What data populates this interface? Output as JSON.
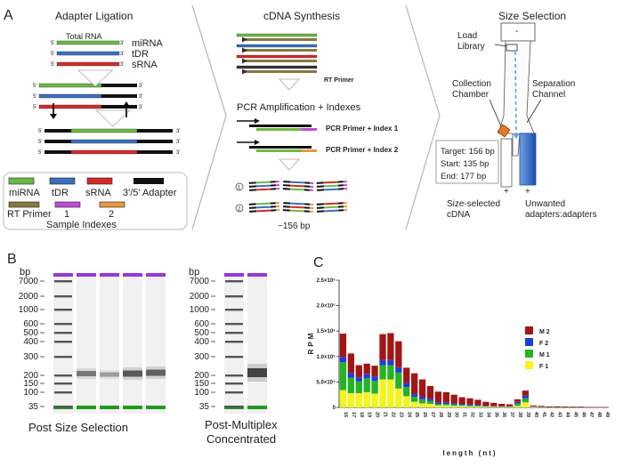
{
  "panel_a": {
    "letter": "A",
    "ligation": {
      "title": "Adapter Ligation",
      "total_rna": "Total RNA",
      "end5": "5'",
      "end3": "3'",
      "rna_labels": [
        "miRNA",
        "tDR",
        "sRNA"
      ]
    },
    "cdna": {
      "title": "cDNA Synthesis",
      "rt_primer": "RT Primer",
      "pcr_title": "PCR Amplification + Indexes",
      "pcr_primer_1": "PCR Primer + Index 1",
      "pcr_primer_2": "PCR Primer + Index 2",
      "pool_1": "1",
      "pool_2": "2",
      "size": "~156 bp"
    },
    "legend": {
      "mirna": "miRNA",
      "tdr": "tDR",
      "srna": "sRNA",
      "adapter": "3'/5' Adapter",
      "rt": "RT Primer",
      "idx1": "1",
      "idx2": "2",
      "sample_indexes": "Sample Indexes"
    },
    "size_selection": {
      "title": "Size Selection",
      "minus": "-",
      "plus_left": "+",
      "plus_right": "+",
      "load": [
        "Load",
        "Library"
      ],
      "collection": [
        "Collection",
        "Chamber"
      ],
      "separation": [
        "Separation",
        "Channel"
      ],
      "target": "Target: 156 bp",
      "start": "Start: 135 bp",
      "end": "End: 177 bp",
      "size_selected": [
        "Size-selected",
        "cDNA"
      ],
      "unwanted": [
        "Unwanted",
        "adapters:adapters"
      ]
    },
    "colors": {
      "mirna": "#6cb944",
      "tdr": "#3a6fbf",
      "srna": "#d42a2a",
      "adapter": "#111111",
      "rt": "#857a3e",
      "idx1": "#c04bd6",
      "idx2": "#e89640"
    }
  },
  "panel_b": {
    "letter": "B",
    "unit": "bp",
    "ladder": [
      "7000",
      "2000",
      "1000",
      "600",
      "500",
      "400",
      "300",
      "200",
      "150",
      "100",
      "35"
    ],
    "caption_left": "Post Size Selection",
    "caption_right": [
      "Post-Multiplex",
      "Concentrated"
    ]
  },
  "panel_c": {
    "letter": "C",
    "chart_data": {
      "type": "bar",
      "stacked": true,
      "xlabel": "length (nt)",
      "ylabel": "RPM",
      "ylim": [
        0,
        250000
      ],
      "yticks": [
        0,
        50000,
        100000,
        150000,
        200000,
        250000
      ],
      "ytick_labels": [
        "0",
        "5.0×10⁴",
        "1.0×10⁵",
        "1.5×10⁵",
        "2.0×10⁵",
        "2.5×10⁵"
      ],
      "categories": [
        "16",
        "17",
        "18",
        "19",
        "20",
        "21",
        "22",
        "23",
        "24",
        "25",
        "26",
        "27",
        "28",
        "29",
        "30",
        "31",
        "32",
        "33",
        "34",
        "35",
        "36",
        "37",
        "38",
        "39",
        "40",
        "41",
        "42",
        "43",
        "44",
        "45",
        "46",
        "47",
        "48",
        "49"
      ],
      "series": [
        {
          "name": "F 1",
          "color": "#f5f51a",
          "values": [
            34000,
            28000,
            28000,
            30000,
            27000,
            55000,
            55000,
            37000,
            22000,
            11000,
            8000,
            7000,
            4000,
            4000,
            3000,
            3000,
            2000,
            2000,
            1500,
            1000,
            1000,
            1000,
            3000,
            10000,
            1000,
            500,
            300,
            200,
            200,
            100,
            100,
            0,
            0,
            0
          ]
        },
        {
          "name": "M 1",
          "color": "#22b422",
          "values": [
            55000,
            30000,
            23000,
            27000,
            25000,
            28000,
            28000,
            32000,
            18000,
            10000,
            8000,
            6000,
            3000,
            3000,
            3000,
            2000,
            2000,
            1500,
            1000,
            1000,
            500,
            500,
            5000,
            8000,
            500,
            300,
            200,
            200,
            100,
            100,
            100,
            0,
            0,
            0
          ]
        },
        {
          "name": "F 2",
          "color": "#1f3be0",
          "values": [
            10000,
            10000,
            8000,
            9000,
            9000,
            10000,
            10000,
            10000,
            8000,
            5000,
            5000,
            4000,
            3000,
            3000,
            2000,
            2000,
            2000,
            1500,
            1000,
            1000,
            500,
            500,
            3000,
            5000,
            500,
            500,
            200,
            200,
            100,
            100,
            100,
            0,
            0,
            0
          ]
        },
        {
          "name": "M 2",
          "color": "#a31515",
          "values": [
            46000,
            38000,
            24000,
            20000,
            21000,
            51000,
            53000,
            51000,
            30000,
            41000,
            34000,
            25000,
            21000,
            20000,
            17000,
            13000,
            12000,
            10000,
            7500,
            6000,
            5000,
            4000,
            5000,
            10000,
            2000,
            1700,
            1300,
            1400,
            1300,
            1200,
            1200,
            800,
            500,
            400
          ]
        }
      ],
      "legend_order": [
        "M 2",
        "F 2",
        "M 1",
        "F 1"
      ]
    }
  }
}
